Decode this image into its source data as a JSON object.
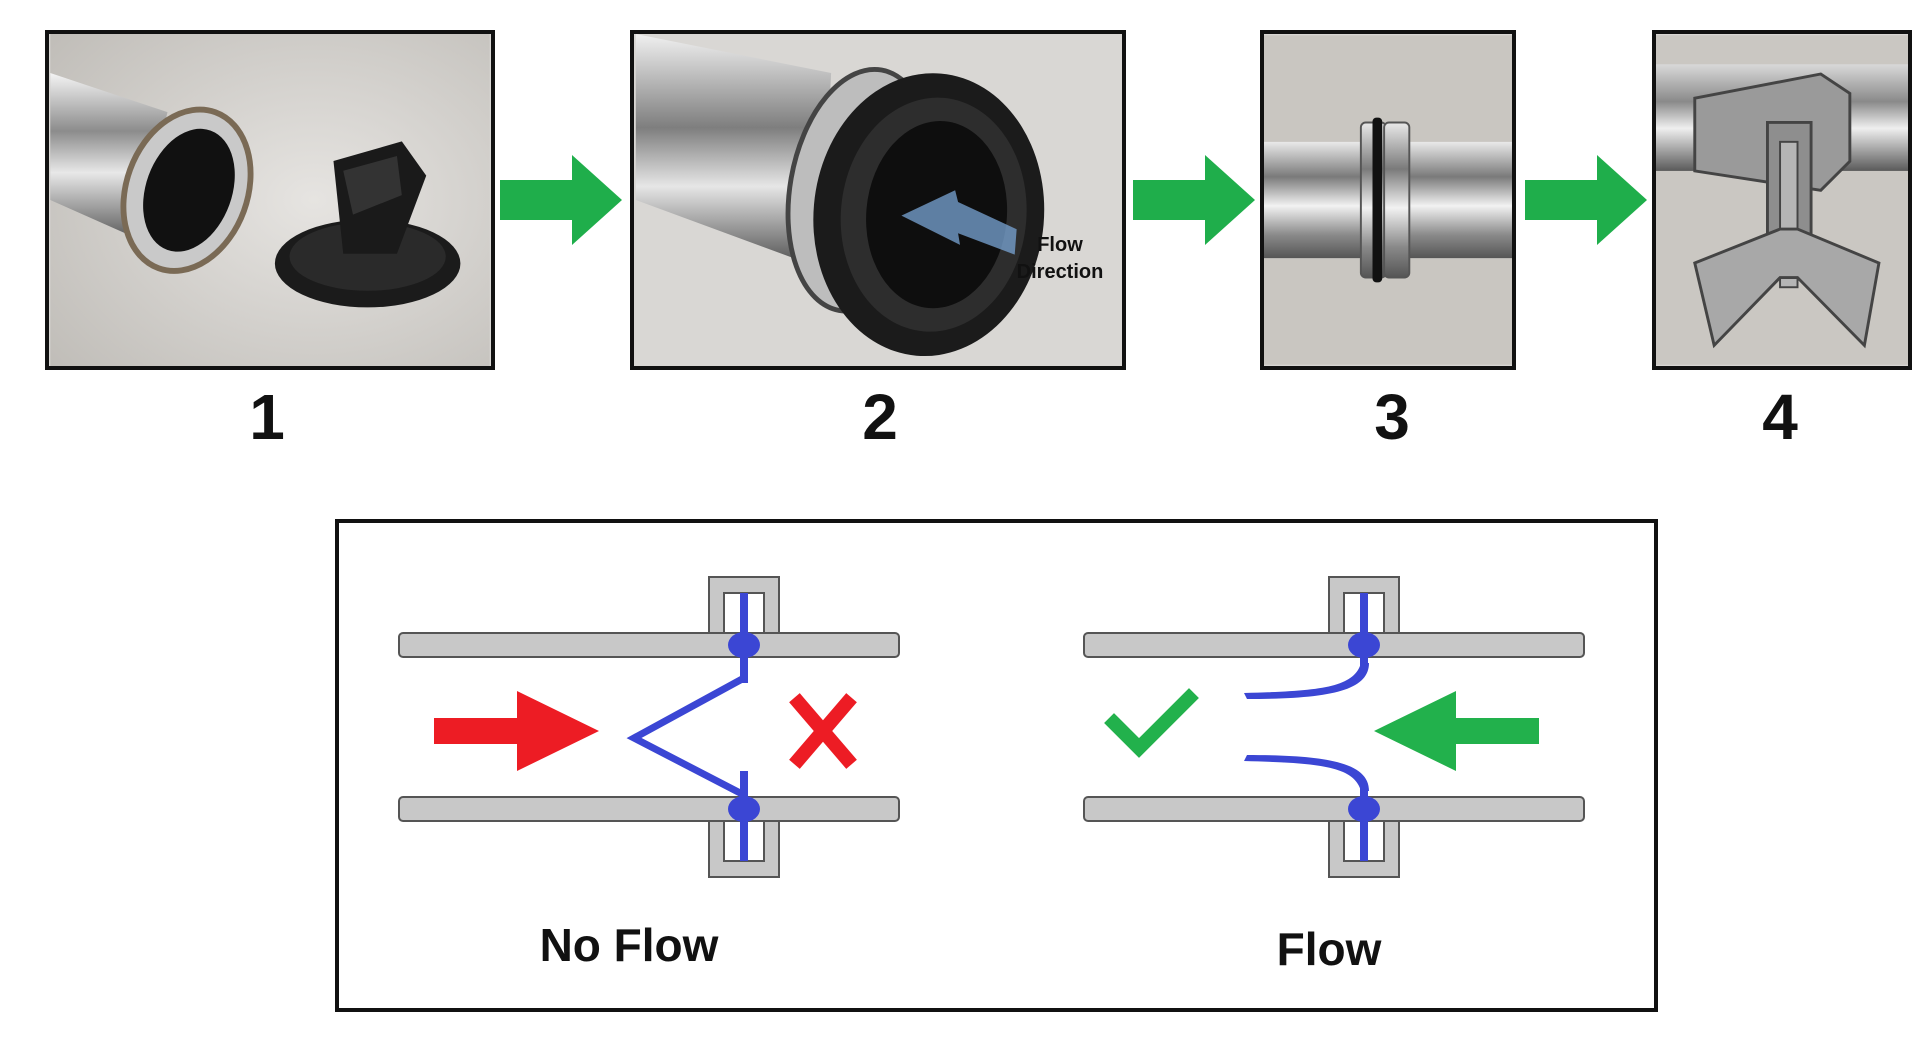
{
  "steps": [
    {
      "number": "1"
    },
    {
      "number": "2",
      "annotation": {
        "line1": "Flow",
        "line2": "Direction"
      }
    },
    {
      "number": "3"
    },
    {
      "number": "4"
    }
  ],
  "legend": {
    "left_caption": "No Flow",
    "right_caption": "Flow"
  },
  "colors": {
    "step_arrow": "#1fae4b",
    "blocked_arrow": "#ed1c24",
    "allowed_arrow": "#22b14c",
    "valve": "#3b46d4",
    "pipe": "#c8c8c8",
    "cross_mark": "#ed1c24",
    "check_mark": "#22b14c"
  },
  "icons": [
    "step-arrow-icon",
    "blocked-flow-arrow-icon",
    "cross-icon",
    "check-icon",
    "allowed-flow-arrow-icon"
  ]
}
